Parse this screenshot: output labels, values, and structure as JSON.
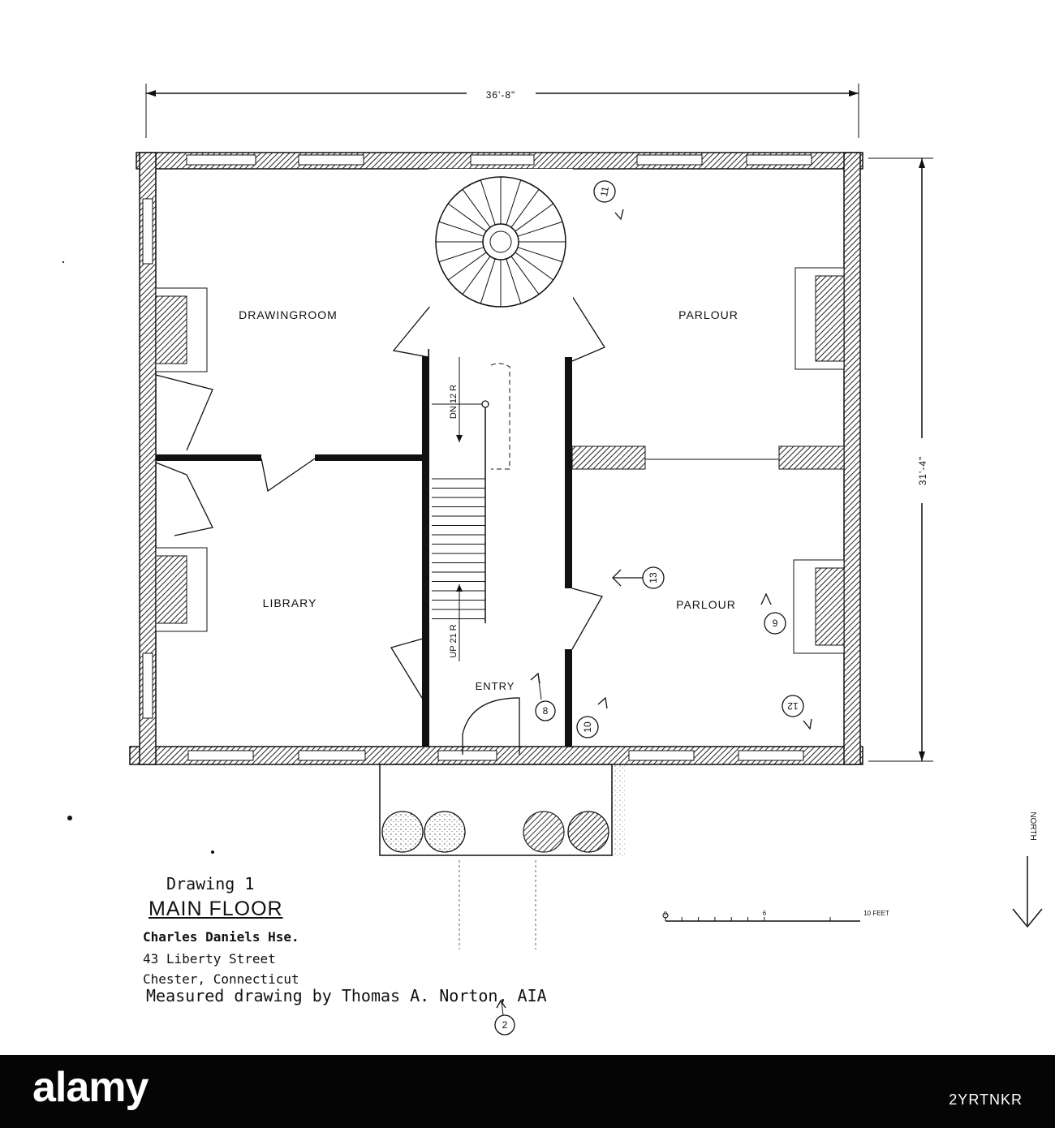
{
  "dimensions": {
    "width_label": "36'-8\"",
    "depth_label": "31'-4\""
  },
  "rooms": {
    "drawingroom": "DRAWINGROOM",
    "library": "LIBRARY",
    "parlour_north": "PARLOUR",
    "parlour_south": "PARLOUR",
    "entry": "ENTRY"
  },
  "stairs": {
    "down_label": "DN 12 R",
    "up_label": "UP 21 R"
  },
  "view_markers": [
    "11",
    "13",
    "9",
    "12",
    "8",
    "10",
    "2"
  ],
  "scale_bar": {
    "ticks": [
      "0",
      "6",
      "10 FEET"
    ]
  },
  "north_label": "NORTH",
  "caption": {
    "drawing": "Drawing 1",
    "title": "MAIN FLOOR",
    "house": "Charles Daniels Hse.",
    "street": "43 Liberty Street",
    "city": "Chester, Connecticut",
    "credit": "Measured drawing by Thomas A. Norton, AIA"
  },
  "watermark": {
    "logo": "alamy",
    "image_id": "2YRTNKR"
  }
}
